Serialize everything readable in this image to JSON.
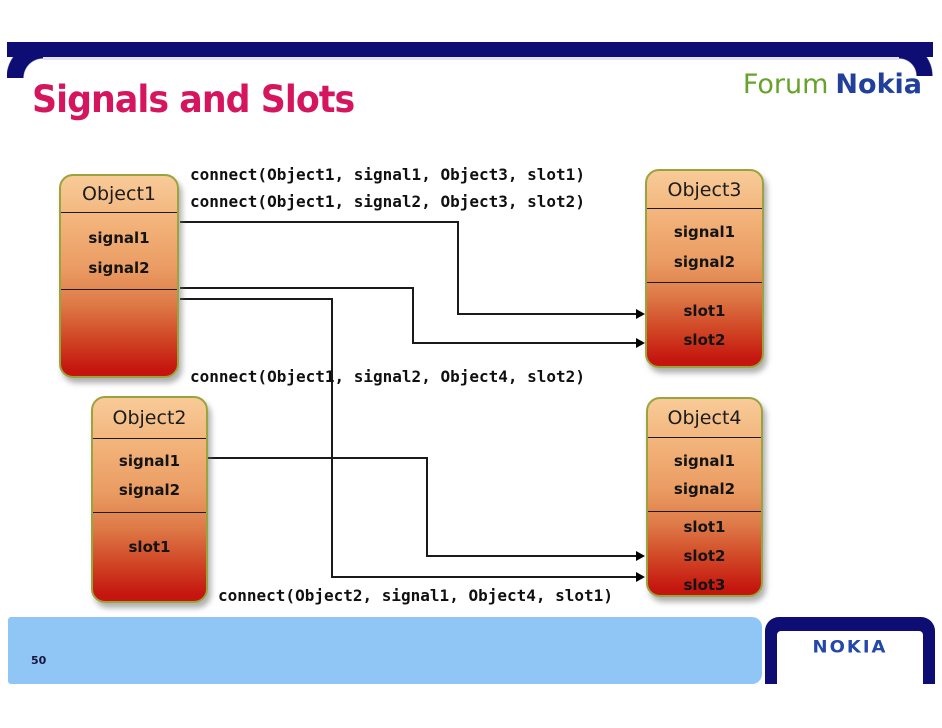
{
  "header": {
    "title": "Signals and Slots",
    "brand": {
      "forum": "Forum",
      "nokia": "Nokia"
    }
  },
  "annotations": [
    "connect(Object1, signal1, Object3, slot1)",
    "connect(Object1, signal2, Object3, slot2)",
    "connect(Object1, signal2, Object4, slot2)",
    "connect(Object2, signal1, Object4, slot1)"
  ],
  "objects": [
    {
      "name": "Object1",
      "signals": [
        "signal1",
        "signal2"
      ],
      "slots": []
    },
    {
      "name": "Object2",
      "signals": [
        "signal1",
        "signal2"
      ],
      "slots": [
        "slot1"
      ]
    },
    {
      "name": "Object3",
      "signals": [
        "signal1",
        "signal2"
      ],
      "slots": [
        "slot1",
        "slot2"
      ]
    },
    {
      "name": "Object4",
      "signals": [
        "signal1",
        "signal2"
      ],
      "slots": [
        "slot1",
        "slot2",
        "slot3"
      ]
    }
  ],
  "footer": {
    "page_number": "50",
    "nokia_logo": "NOKIA"
  },
  "colors": {
    "accent_navy": "#0d0d73",
    "title_pink": "#d5155e",
    "forum_green": "#67a32b",
    "nokia_blue": "#20409a",
    "band_blue": "#90c6f6",
    "box_border_olive": "#9aa43c",
    "box_gradient_top": "#f8cb98",
    "box_gradient_bottom": "#c5150f",
    "line_black": "#1a1a1a"
  }
}
